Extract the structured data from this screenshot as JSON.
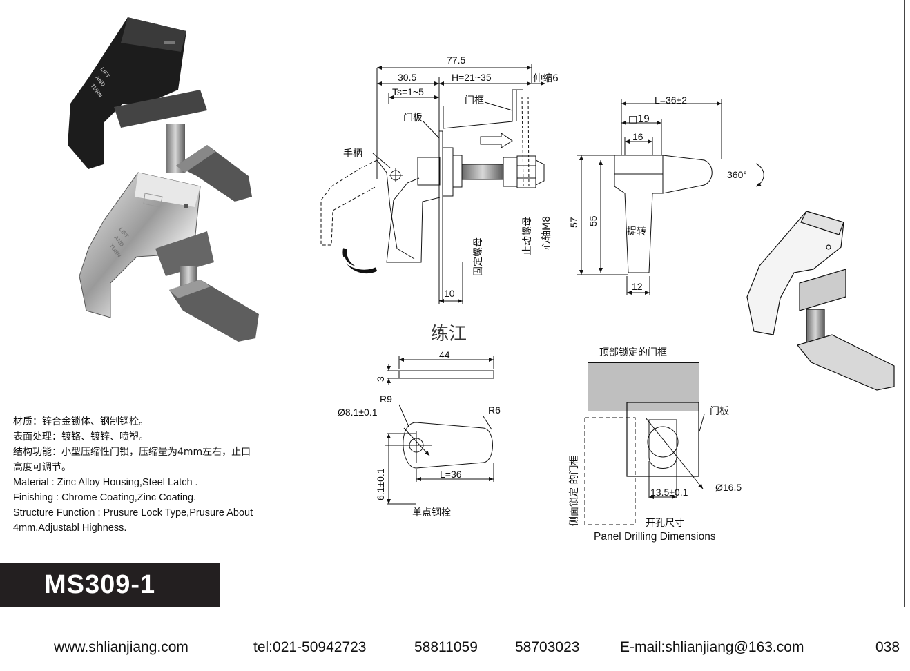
{
  "brand": "练江",
  "model": "MS309-1",
  "specs": {
    "cn": [
      "材质：锌合金锁体、钢制钢栓。",
      "表面处理：镀铬、镀锌、喷塑。",
      "结构功能：小型压缩性门锁，压缩量为4mm左右，止口",
      "高度可调节。"
    ],
    "en": [
      "Material : Zinc Alloy Housing,Steel Latch .",
      "Finishing : Chrome Coating,Zinc Coating.",
      "Structure Function : Prusure Lock Type,Prusure About",
      "4mm,Adjustabl  Highness."
    ]
  },
  "photo_engraving": [
    "LIFT",
    "AND",
    "TURN"
  ],
  "side_view": {
    "dim_total": "77.5",
    "dim_left": "30.5",
    "dim_h": "H=21~35",
    "dim_stretch": "伸缩6",
    "dim_ts": "Ts=1~5",
    "door_frame": "门框",
    "door_panel": "门板",
    "handle": "手柄",
    "fix_nut": "固定螺母",
    "stop_nut": "止动螺母",
    "spindle": "心轴M8",
    "dim_10": "10"
  },
  "front_view": {
    "dim_l": "L=36±2",
    "dim_sq": "□19",
    "dim_16": "16",
    "dim_57": "57",
    "dim_55": "55",
    "dim_12": "12",
    "lift_turn": "提转",
    "rotation": "360°"
  },
  "latch": {
    "dim_44": "44",
    "dim_3": "3",
    "dim_r9": "R9",
    "dim_dia": "Ø8.1±0.1",
    "dim_r6": "R6",
    "dim_6": "6.1±0.1",
    "dim_l36": "L=36",
    "caption": "单点钢栓"
  },
  "drilling": {
    "top_frame": "顶部锁定的门框",
    "panel": "门板",
    "side_frame": "侧面锁定 的门框",
    "dim_135": "13.5±0.1",
    "dim_165": "Ø16.5",
    "caption_cn": "开孔尺寸",
    "caption_en": "Panel Drilling Dimensions"
  },
  "footer": {
    "website": "www.shlianjiang.com",
    "tel": "tel:021-50942723",
    "tel2": "58811059",
    "tel3": "58703023",
    "email": "E-mail:shlianjiang@163.com",
    "page": "038"
  }
}
